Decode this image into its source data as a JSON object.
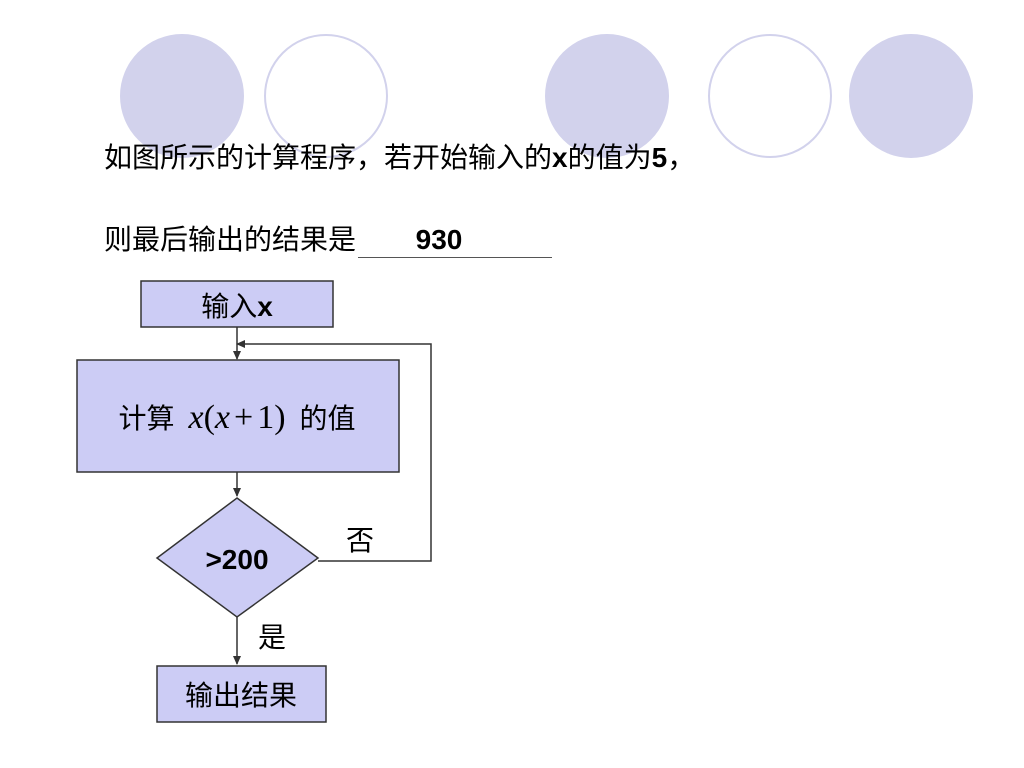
{
  "colors": {
    "shape_fill": "#ccccf5",
    "shape_stroke": "#333333",
    "deco_circle": "#d2d2ec",
    "line": "#333333"
  },
  "question": {
    "line1_prefix": "如图所示的计算程序，若开始输入的",
    "line1_var": "x",
    "line1_middle": "的值为",
    "line1_value": "5",
    "line1_suffix": "，",
    "line2_text": "则最后输出的结果是",
    "answer": "930"
  },
  "flowchart": {
    "input_prefix": "输入",
    "input_var": "x",
    "compute_prefix": "计算",
    "compute_formula": {
      "var1": "x",
      "open": "(",
      "var2": "x",
      "op": "+",
      "num": "1",
      "close": ")"
    },
    "compute_suffix": "的值",
    "condition": ">200",
    "no_label": "否",
    "yes_label": "是",
    "output": "输出结果"
  }
}
